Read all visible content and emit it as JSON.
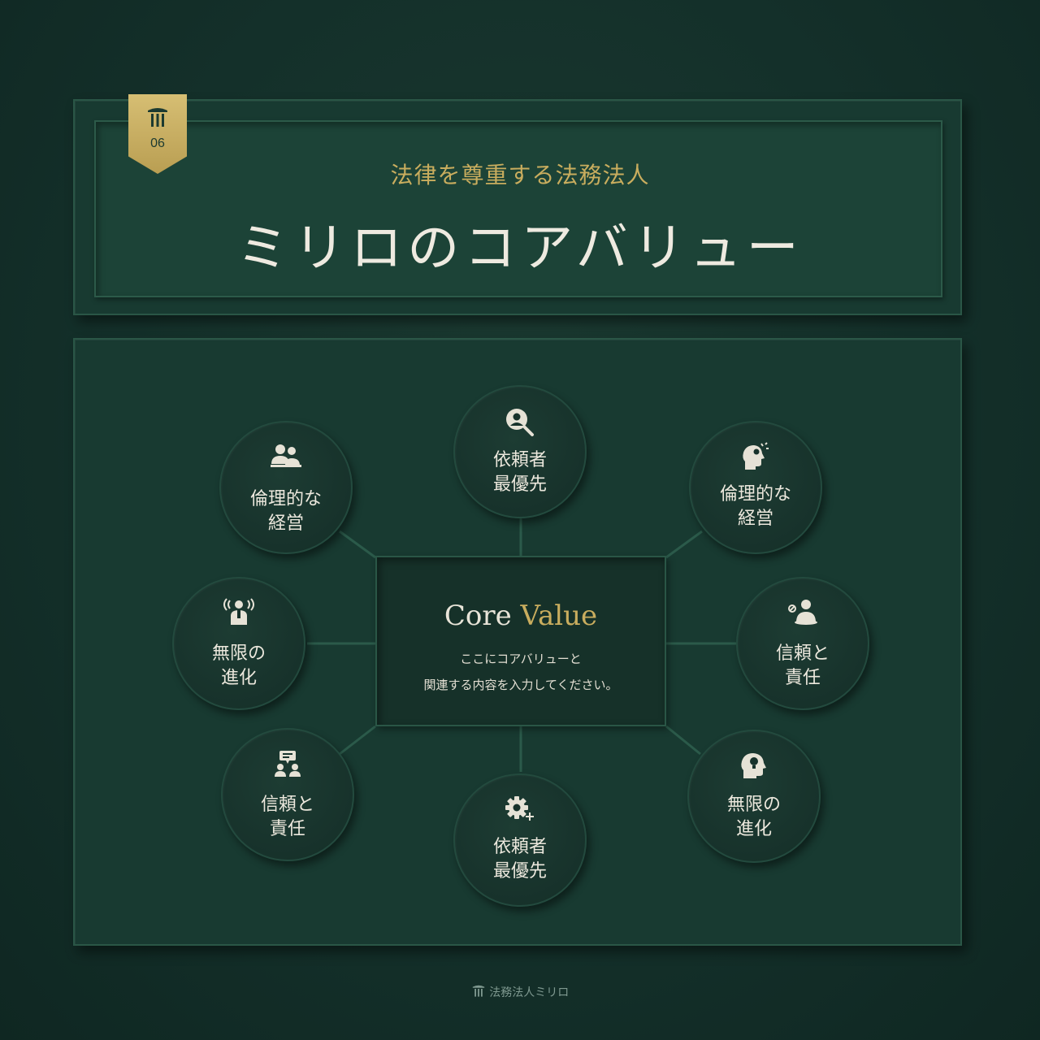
{
  "badge": {
    "number": "06",
    "icon": "pillar-icon"
  },
  "header": {
    "subtitle": "法律を尊重する法務法人",
    "title": "ミリロのコアバリュー"
  },
  "center": {
    "title_part1": "Core",
    "title_part2": "Value",
    "line1": "ここにコアバリューと",
    "line2": "関連する内容を入力してください。"
  },
  "nodes": [
    {
      "icon": "users-icon",
      "line1": "倫理的な",
      "line2": "経営"
    },
    {
      "icon": "search-person-icon",
      "line1": "依頼者",
      "line2": "最優先"
    },
    {
      "icon": "head-idea-icon",
      "line1": "倫理的な",
      "line2": "経営"
    },
    {
      "icon": "broadcast-person-icon",
      "line1": "無限の",
      "line2": "進化"
    },
    {
      "icon": "person-badge-icon",
      "line1": "信頼と",
      "line2": "責任"
    },
    {
      "icon": "team-chat-icon",
      "line1": "信頼と",
      "line2": "責任"
    },
    {
      "icon": "gear-plus-icon",
      "line1": "依頼者",
      "line2": "最優先"
    },
    {
      "icon": "head-bulb-icon",
      "line1": "無限の",
      "line2": "進化"
    }
  ],
  "footer": {
    "text": "法務法人ミリロ",
    "icon": "pillar-icon"
  },
  "colors": {
    "background": "#14302a",
    "panel": "#1a3d33",
    "gold": "#c9ad5e",
    "text": "#ece8dd"
  }
}
